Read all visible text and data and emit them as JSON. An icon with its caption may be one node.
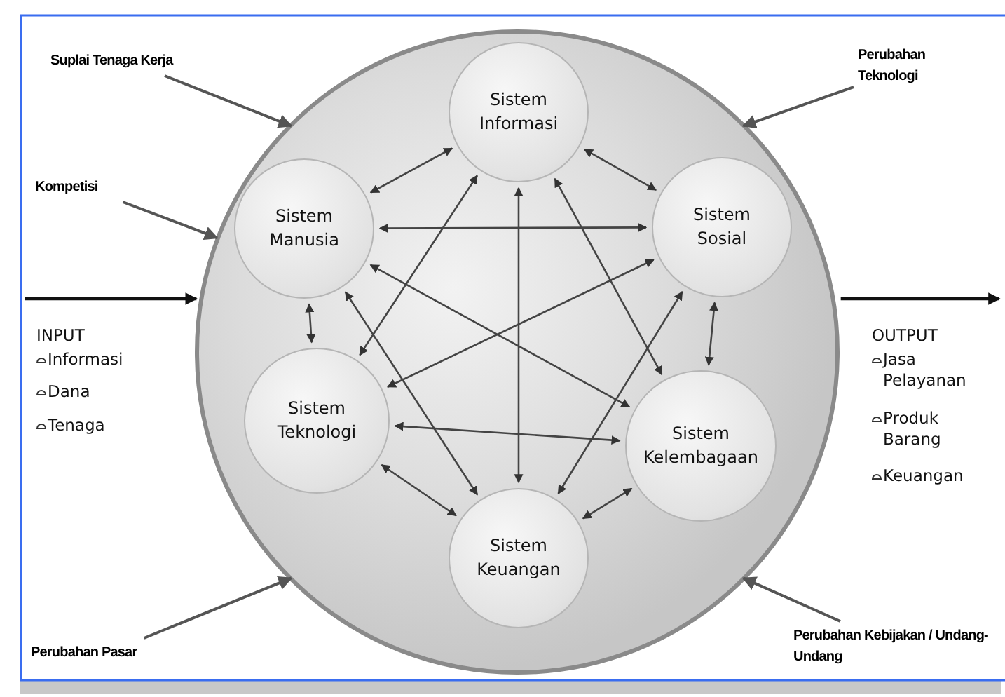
{
  "diagram": {
    "nodes": [
      {
        "text": [],
        "shape": "circle"
      },
      {
        "text": [
          "Sistem Informasi"
        ],
        "in": 0
      },
      {
        "text": [
          "Sistem Manusia"
        ],
        "in": 0
      },
      {
        "text": [
          "Sistem Sosial"
        ],
        "in": 0
      },
      {
        "text": [
          "Sistem Teknologi"
        ],
        "in": 0
      },
      {
        "text": [
          "Sistem Kelembagaan"
        ],
        "in": 0
      },
      {
        "text": [
          "Sistem Keuangan"
        ],
        "in": 0
      },
      {
        "text": [
          "Suplai Tenaga Kerja"
        ]
      },
      {
        "text": [
          "Perubahan Teknologi"
        ]
      },
      {
        "text": [
          "Kompetisi"
        ]
      },
      {
        "text": [
          "Perubahan Pasar"
        ]
      },
      {
        "text": [
          "Perubahan Kebijakan / Undang-Undang"
        ]
      }
    ],
    "edges": [
      {
        "from": 1,
        "to": 3,
        "arrow": "both"
      },
      {
        "from": 3,
        "to": 5,
        "arrow": "both"
      },
      {
        "from": 5,
        "to": 6,
        "arrow": "both"
      },
      {
        "from": 6,
        "to": 4,
        "arrow": "both"
      },
      {
        "from": 4,
        "to": 2,
        "arrow": "both"
      },
      {
        "from": 2,
        "to": 1,
        "arrow": "both"
      },
      {
        "from": 1,
        "to": 6,
        "arrow": "both"
      },
      {
        "from": 2,
        "to": 3,
        "arrow": "both"
      },
      {
        "from": 4,
        "to": 5,
        "arrow": "both"
      },
      {
        "from": 1,
        "to": 4,
        "arrow": "both"
      },
      {
        "from": 1,
        "to": 5,
        "arrow": "both"
      },
      {
        "from": 2,
        "to": 5,
        "arrow": "both"
      },
      {
        "from": 2,
        "to": 6,
        "arrow": "both"
      },
      {
        "from": 3,
        "to": 4,
        "arrow": "both"
      },
      {
        "from": 3,
        "to": 6,
        "arrow": "both"
      },
      {
        "from": 7,
        "to": 0,
        "arrow": "to"
      },
      {
        "from": 8,
        "to": 0,
        "arrow": "to"
      },
      {
        "from": 9,
        "to": 0,
        "arrow": "to"
      },
      {
        "from": 10,
        "to": 0,
        "arrow": "to"
      },
      {
        "from": 11,
        "to": 0,
        "arrow": "to"
      },
      {
        "from": null,
        "to": 0,
        "arrow": "to"
      },
      {
        "from": 0,
        "to": null,
        "arrow": "to"
      }
    ],
    "labels": [
      "INPUT",
      "Informasi",
      "Dana",
      "Tenaga",
      "OUTPUT",
      "Jasa Pelayanan",
      "Produk Barang",
      "Keuangan"
    ]
  }
}
